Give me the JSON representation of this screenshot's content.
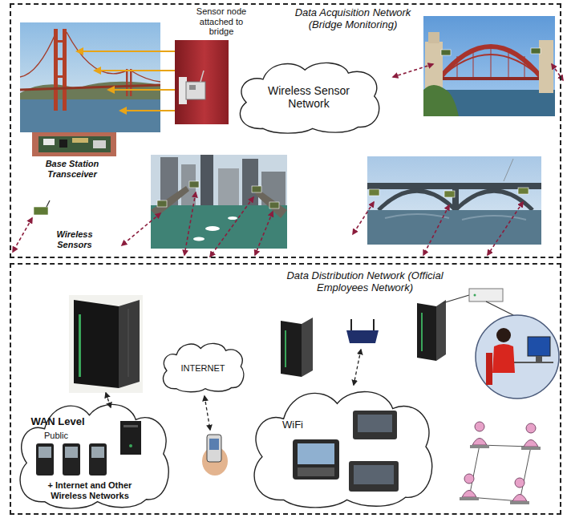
{
  "diagram": {
    "nodes": [
      {
        "text": [
          "Data Acquisition Network (Bridge Monitoring)"
        ]
      },
      {
        "text": [
          "Wireless Sensor Network"
        ],
        "in": 0
      },
      {
        "text": [
          "Data Distribution Network (Official Employees Network)"
        ]
      },
      {
        "text": [
          "INTERNET"
        ],
        "in": 2
      },
      {
        "text": [
          "WAN Level",
          "Public",
          "+ Internet and Other Wireless Networks"
        ],
        "in": 2
      },
      {
        "text": [
          "WiFi"
        ],
        "in": 2
      }
    ],
    "labels": [
      "Sensor node attached to bridge",
      "Base Station Transceiver",
      "Wireless Sensors"
    ]
  }
}
